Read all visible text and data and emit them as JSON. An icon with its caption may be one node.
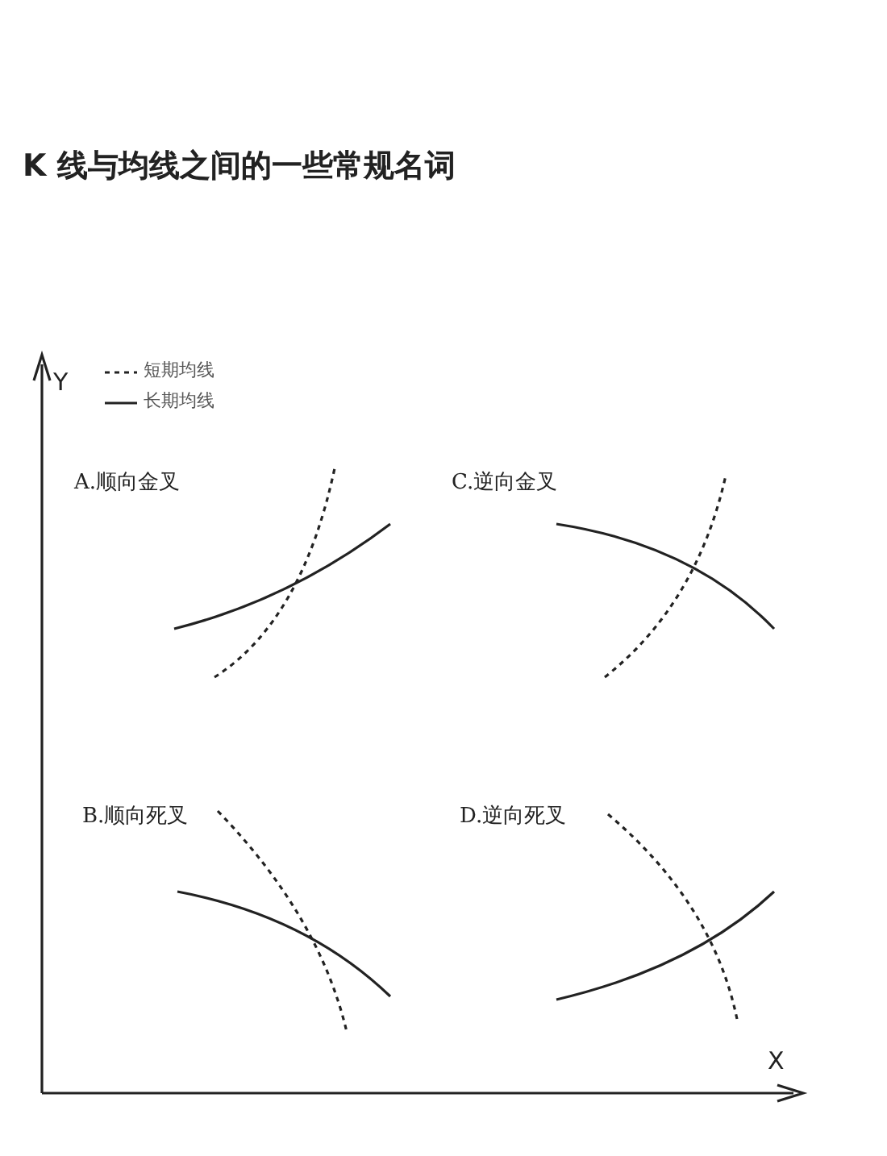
{
  "diagram": {
    "title": "K 线与均线之间的一些常规名词",
    "labels": [
      "Y",
      "A.顺向金叉",
      "C.逆向金叉",
      "B.顺向死叉",
      "D.逆向死叉",
      "X"
    ],
    "legend": [
      {
        "text": "短期均线"
      },
      {
        "text": "长期均线"
      }
    ]
  }
}
